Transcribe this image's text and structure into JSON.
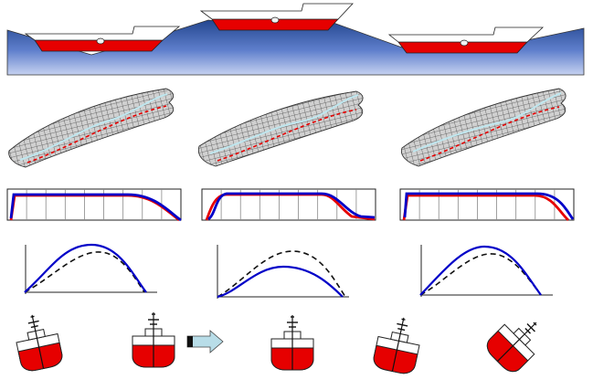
{
  "colors": {
    "sea_top": "#23468f",
    "sea_bottom": "#b3c3ea",
    "hull_red": "#e60000",
    "line_blue": "#0000c8",
    "hull_mesh": "#555555",
    "waterline_cyan": "#bfe6ee",
    "curve_dash": "#111111",
    "arrow_fill": "#b8dde8"
  },
  "icons": {
    "ship": "ship-side-view-icon",
    "hull": "hull-mesh-3d-icon",
    "section": "ship-cross-section-icon",
    "arrow": "right-arrow-icon"
  },
  "panels": {
    "waves": {
      "ships": [
        {
          "position": "trough-left",
          "level": "low"
        },
        {
          "position": "crest-center",
          "level": "high"
        },
        {
          "position": "trough-right",
          "level": "low"
        }
      ]
    },
    "hulls": [
      {
        "waterline": "sagging"
      },
      {
        "waterline": "hogging"
      },
      {
        "waterline": "mixed"
      }
    ],
    "boxes": [
      {
        "columns": 9
      },
      {
        "columns": 9
      },
      {
        "columns": 9
      }
    ],
    "curves": [
      {
        "variant": "blue-above-dashed"
      },
      {
        "variant": "dashed-above-blue"
      },
      {
        "variant": "blue-above-dashed"
      }
    ],
    "sections": [
      {
        "heel_deg": -12
      },
      {
        "heel_deg": 0
      },
      {
        "heel_deg": 0
      },
      {
        "heel_deg": 12
      },
      {
        "heel_deg": 45
      }
    ]
  }
}
